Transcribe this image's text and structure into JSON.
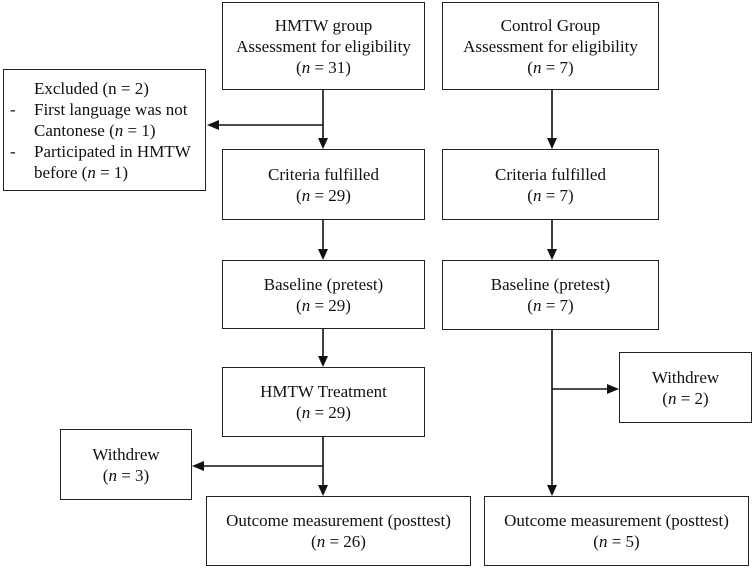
{
  "hmtw_eligibility": {
    "line1": "HMTW group",
    "line2": "Assessment for eligibility",
    "n_label": "n",
    "n_value": " = 31)"
  },
  "control_eligibility": {
    "line1": "Control Group",
    "line2": "Assessment for eligibility",
    "n_label": "n",
    "n_value": " = 7)"
  },
  "excluded": {
    "title": "Excluded (n = 2)",
    "item1_a": "First language was not",
    "item1_b": "Cantonese (",
    "item1_n": "n",
    "item1_c": " = 1)",
    "item2_a": "Participated in HMTW",
    "item2_b": "before (",
    "item2_n": "n",
    "item2_c": " = 1)",
    "bullet": "-"
  },
  "hmtw_criteria": {
    "line1": "Criteria fulfilled",
    "n_label": "n",
    "n_value": " = 29)"
  },
  "control_criteria": {
    "line1": "Criteria fulfilled",
    "n_label": "n",
    "n_value": " = 7)"
  },
  "hmtw_baseline": {
    "line1": "Baseline (pretest)",
    "n_label": "n",
    "n_value": " = 29)"
  },
  "control_baseline": {
    "line1": "Baseline (pretest)",
    "n_label": "n",
    "n_value": " = 7)"
  },
  "hmtw_treatment": {
    "line1": "HMTW Treatment",
    "n_label": "n",
    "n_value": " = 29)"
  },
  "hmtw_withdrew": {
    "line1": "Withdrew",
    "n_label": "n",
    "n_value": " = 3)"
  },
  "control_withdrew": {
    "line1": "Withdrew",
    "n_label": "n",
    "n_value": " = 2)"
  },
  "hmtw_outcome": {
    "line1": "Outcome measurement (posttest)",
    "n_label": "n",
    "n_value": " = 26)"
  },
  "control_outcome": {
    "line1": "Outcome measurement (posttest)",
    "n_label": "n",
    "n_value": " = 5)"
  }
}
